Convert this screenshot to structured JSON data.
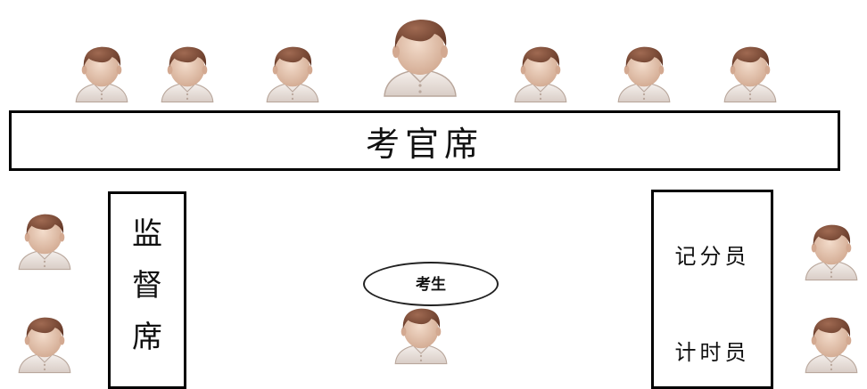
{
  "icons": {
    "person": "person-avatar-icon"
  },
  "colors": {
    "hair": "#7a4a36",
    "skin": "#e7c9b4",
    "shirt": "#efe8e3",
    "line": "#000000"
  },
  "exam_table": {
    "label": "考官席"
  },
  "supervisor_table": {
    "chars": [
      "监",
      "督",
      "席"
    ]
  },
  "score_table": {
    "scorer_label": "记分员",
    "timer_label": "计时员"
  },
  "candidate": {
    "label": "考生"
  }
}
